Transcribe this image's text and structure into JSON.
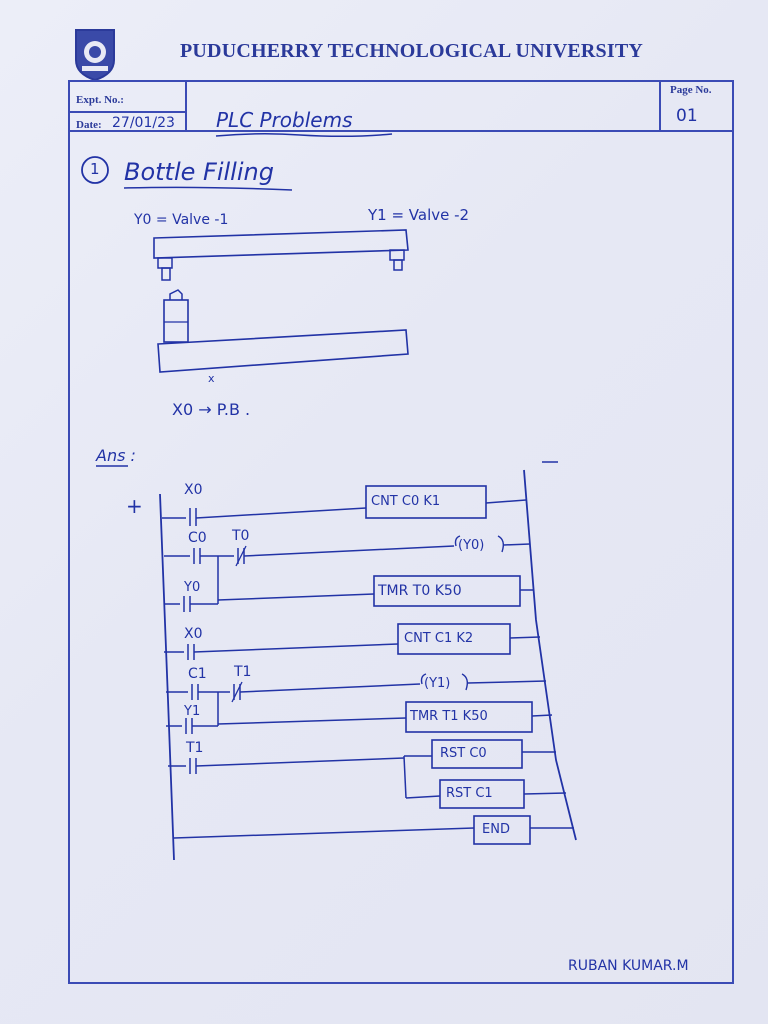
{
  "header": {
    "university": "PUDUCHERRY TECHNOLOGICAL UNIVERSITY",
    "expt_label": "Expt. No.:",
    "date_label": "Date:",
    "date_value": "27/01/23",
    "page_label": "Page No.",
    "page_value": "01",
    "topic": "PLC Problems"
  },
  "problem": {
    "number": "1",
    "title": "Bottle Filling",
    "y0_label": "Y0 = Valve -1",
    "y1_label": "Y1 = Valve -2",
    "x_mark": "x",
    "input_note": "X0 → P.B ."
  },
  "answer": {
    "label": "Ans :",
    "plus": "+",
    "rungs": [
      {
        "contacts": [
          "X0"
        ],
        "output": "CNT C0 K1"
      },
      {
        "contacts": [
          "C0",
          "T0"
        ],
        "output": "(Y0)"
      },
      {
        "contacts": [
          "Y0"
        ],
        "output": "TMR T0 K50"
      },
      {
        "contacts": [
          "X0"
        ],
        "output": "CNT C1 K2"
      },
      {
        "contacts": [
          "C1",
          "T1"
        ],
        "output": "(Y1)"
      },
      {
        "contacts": [
          "Y1"
        ],
        "output": "TMR T1 K50"
      },
      {
        "contacts": [
          "T1"
        ],
        "output": "RST C0"
      },
      {
        "contacts": [],
        "output": "RST C1"
      },
      {
        "contacts": [],
        "output": "END"
      }
    ]
  },
  "signature": "RUBAN KUMAR.M",
  "colors": {
    "ink": "#2233a6",
    "print": "#2b3a9a",
    "paper": "#e8eaf5"
  }
}
